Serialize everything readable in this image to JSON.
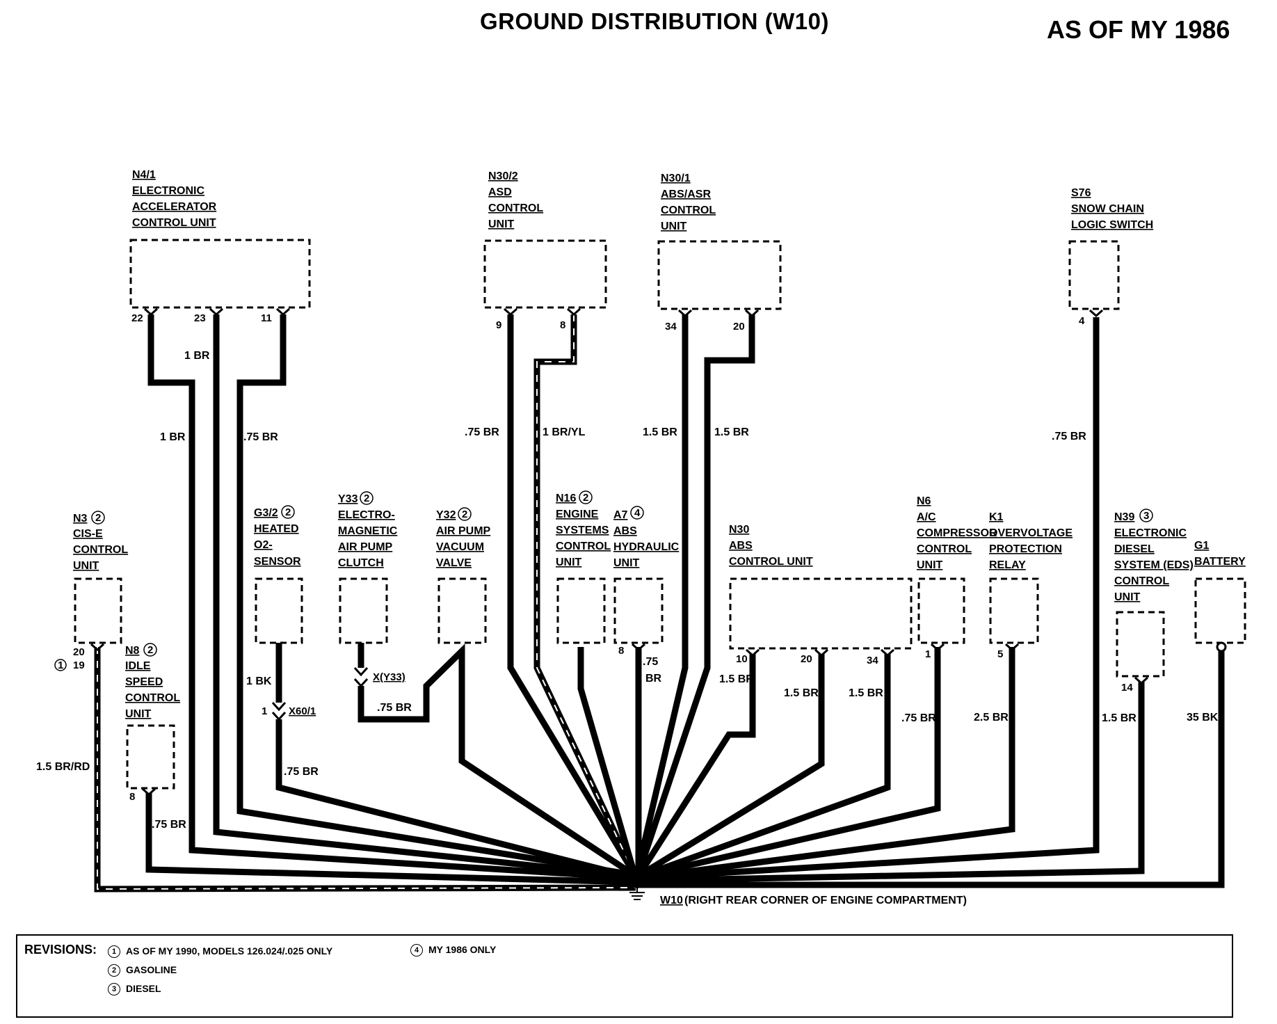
{
  "title": "GROUND DISTRIBUTION (W10)",
  "as_of": "AS OF MY 1986",
  "components": {
    "n4_1": {
      "id": "N4/1",
      "lines": [
        "ELECTRONIC",
        "ACCELERATOR",
        "CONTROL UNIT"
      ],
      "pins": [
        "22",
        "23",
        "11"
      ]
    },
    "n30_2": {
      "id": "N30/2",
      "lines": [
        "ASD",
        "CONTROL",
        "UNIT"
      ],
      "pins": [
        "9",
        "8"
      ]
    },
    "n30_1": {
      "id": "N30/1",
      "lines": [
        "ABS/ASR",
        "CONTROL",
        "UNIT"
      ],
      "pins": [
        "34",
        "20"
      ]
    },
    "s76": {
      "id": "S76",
      "lines": [
        "SNOW CHAIN",
        "LOGIC SWITCH"
      ],
      "pins": [
        "4"
      ]
    },
    "n3": {
      "id": "N3",
      "rev": "2",
      "lines": [
        "CIS-E",
        "CONTROL",
        "UNIT"
      ],
      "pins": [
        "20",
        "19"
      ],
      "pin_rev": "1"
    },
    "n8": {
      "id": "N8",
      "rev": "2",
      "lines": [
        "IDLE",
        "SPEED",
        "CONTROL",
        "UNIT"
      ],
      "pins": [
        "8"
      ]
    },
    "g3_2": {
      "id": "G3/2",
      "rev": "2",
      "lines": [
        "HEATED",
        "O2-",
        "SENSOR"
      ],
      "pins": [
        "1"
      ]
    },
    "y33": {
      "id": "Y33",
      "rev": "2",
      "lines": [
        "ELECTRO-",
        "MAGNETIC",
        "AIR PUMP",
        "CLUTCH"
      ]
    },
    "y32": {
      "id": "Y32",
      "rev": "2",
      "lines": [
        "AIR PUMP",
        "VACUUM",
        "VALVE"
      ]
    },
    "n16": {
      "id": "N16",
      "rev": "2",
      "lines": [
        "ENGINE",
        "SYSTEMS",
        "CONTROL",
        "UNIT"
      ]
    },
    "a7": {
      "id": "A7",
      "rev": "4",
      "lines": [
        "ABS",
        "HYDRAULIC",
        "UNIT"
      ],
      "pins": [
        "8"
      ]
    },
    "n30": {
      "id": "N30",
      "lines": [
        "ABS",
        "CONTROL UNIT"
      ],
      "pins": [
        "10",
        "20",
        "34"
      ]
    },
    "n6": {
      "id": "N6",
      "lines": [
        "A/C",
        "COMPRESSOR",
        "CONTROL",
        "UNIT"
      ],
      "pins": [
        "1"
      ]
    },
    "k1": {
      "id": "K1",
      "lines": [
        "OVERVOLTAGE",
        "PROTECTION",
        "RELAY"
      ],
      "pins": [
        "5"
      ]
    },
    "n39": {
      "id": "N39",
      "rev": "3",
      "lines": [
        "ELECTRONIC",
        "DIESEL",
        "SYSTEM (EDS)",
        "CONTROL",
        "UNIT"
      ],
      "pins": [
        "14"
      ]
    },
    "g1": {
      "id": "G1",
      "lines": [
        "BATTERY"
      ]
    }
  },
  "connectors": {
    "x60_1": "X60/1",
    "x_y33": "X(Y33)"
  },
  "wires": {
    "w_n4_22": "1 BR",
    "w_n4_23": "1 BR",
    "w_n4_11": ".75 BR",
    "w_n30_2_9": ".75 BR",
    "w_n30_2_8": "1 BR/YL",
    "w_n30_1_34": "1.5 BR",
    "w_n30_1_20": "1.5 BR",
    "w_s76": ".75 BR",
    "w_n3": "1.5 BR/RD",
    "w_n8": ".75 BR",
    "w_g3_2_a": "1 BK",
    "w_g3_2_b": ".75 BR",
    "w_y33": ".75 BR",
    "w_a7": ".75 BR",
    "w_n30_10": "1.5 BR",
    "w_n30_20": "1.5 BR",
    "w_n30_34": "1.5 BR",
    "w_n6": ".75 BR",
    "w_k1": "2.5 BR",
    "w_n39": "1.5 BR",
    "w_g1": "35 BK"
  },
  "ground": {
    "id": "W10",
    "desc": "(RIGHT REAR CORNER OF ENGINE COMPARTMENT)"
  },
  "revisions": {
    "label": "REVISIONS:",
    "items": [
      {
        "num": "1",
        "text": "AS OF MY 1990, MODELS 126.024/.025 ONLY"
      },
      {
        "num": "2",
        "text": "GASOLINE"
      },
      {
        "num": "3",
        "text": "DIESEL"
      },
      {
        "num": "4",
        "text": "MY 1986 ONLY"
      }
    ]
  }
}
